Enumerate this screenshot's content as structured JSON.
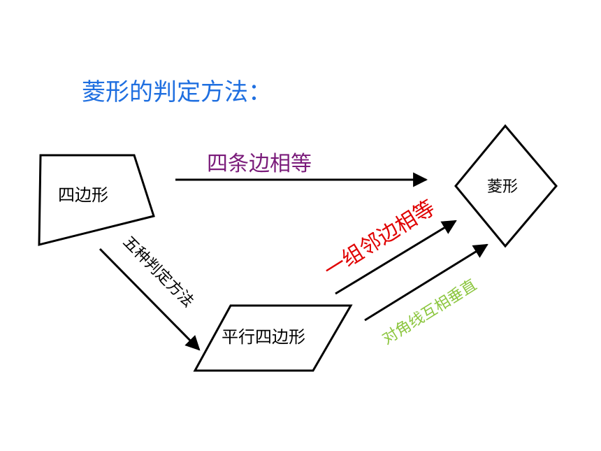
{
  "title": "菱形的判定方法：",
  "shapes": {
    "quadrilateral": "四边形",
    "parallelogram": "平行四边形",
    "rhombus": "菱形"
  },
  "arrows": {
    "top": {
      "label": "四条边相等",
      "color": "#7a1b7a"
    },
    "down": {
      "label": "五种判定方法",
      "color": "#000000"
    },
    "middle": {
      "label": "一组邻边相等",
      "color": "#e00000"
    },
    "lower": {
      "label": "对角线互相垂直",
      "color": "#8cc63f"
    }
  }
}
